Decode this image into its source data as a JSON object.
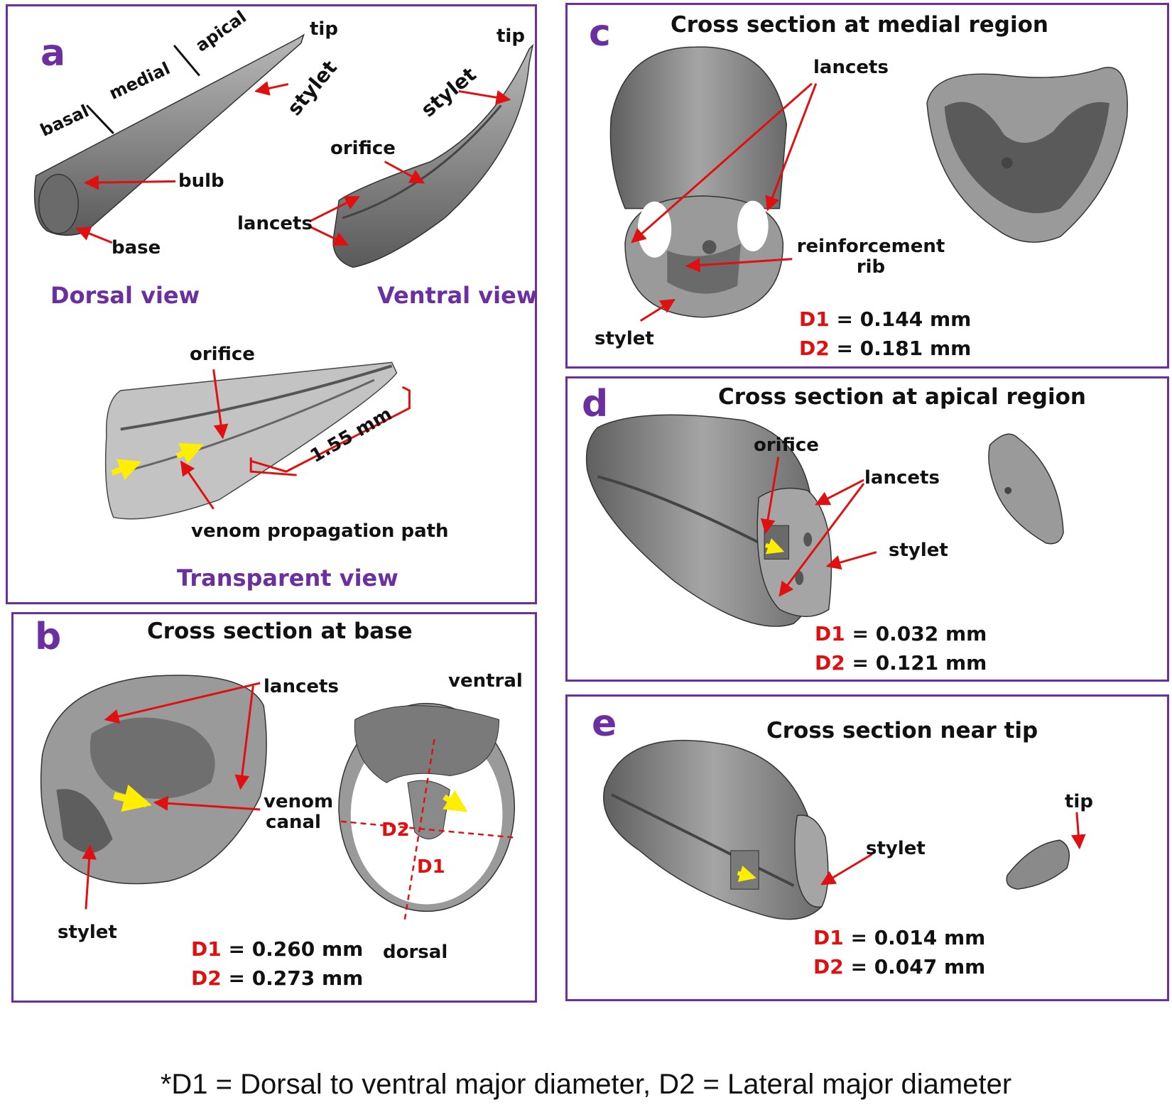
{
  "panels": {
    "a": {
      "letter": "a",
      "regions": {
        "basal": "basal",
        "medial": "medial",
        "apical": "apical"
      },
      "dorsal": {
        "tip": "tip",
        "stylet": "stylet",
        "bulb": "bulb",
        "base": "base",
        "caption": "Dorsal view"
      },
      "ventral": {
        "tip": "tip",
        "stylet": "stylet",
        "orifice": "orifice",
        "lancets": "lancets",
        "caption": "Ventral view"
      },
      "transparent": {
        "orifice": "orifice",
        "scale": "1.55 mm",
        "path": "venom propagation path",
        "caption": "Transparent view"
      }
    },
    "b": {
      "letter": "b",
      "title": "Cross section at base",
      "lancets": "lancets",
      "venom_canal": "venom\ncanal",
      "stylet": "stylet",
      "ventral": "ventral",
      "dorsal": "dorsal",
      "d1_marker": "D1",
      "d2_marker": "D2",
      "d1_key": "D1",
      "d1_value": " = 0.260 mm",
      "d2_key": "D2",
      "d2_value": " = 0.273 mm"
    },
    "c": {
      "letter": "c",
      "title": "Cross section at medial region",
      "lancets": "lancets",
      "rib": "reinforcement\nrib",
      "stylet": "stylet",
      "d1_key": "D1",
      "d1_value": " = 0.144 mm",
      "d2_key": "D2",
      "d2_value": " = 0.181 mm"
    },
    "d": {
      "letter": "d",
      "title": "Cross section at apical region",
      "orifice": "orifice",
      "lancets": "lancets",
      "stylet": "stylet",
      "d1_key": "D1",
      "d1_value": " = 0.032 mm",
      "d2_key": "D2",
      "d2_value": " = 0.121 mm"
    },
    "e": {
      "letter": "e",
      "title": "Cross section near tip",
      "stylet": "stylet",
      "tip": "tip",
      "d1_key": "D1",
      "d1_value": " = 0.014 mm",
      "d2_key": "D2",
      "d2_value": " = 0.047 mm"
    }
  },
  "footnote": "*D1 = Dorsal to ventral major diameter, D2 = Lateral major diameter",
  "colors": {
    "frame": "#6b2fa0",
    "arrow": "#e01010",
    "flow": "#ffee00",
    "specimen": "#8a8a8a"
  }
}
